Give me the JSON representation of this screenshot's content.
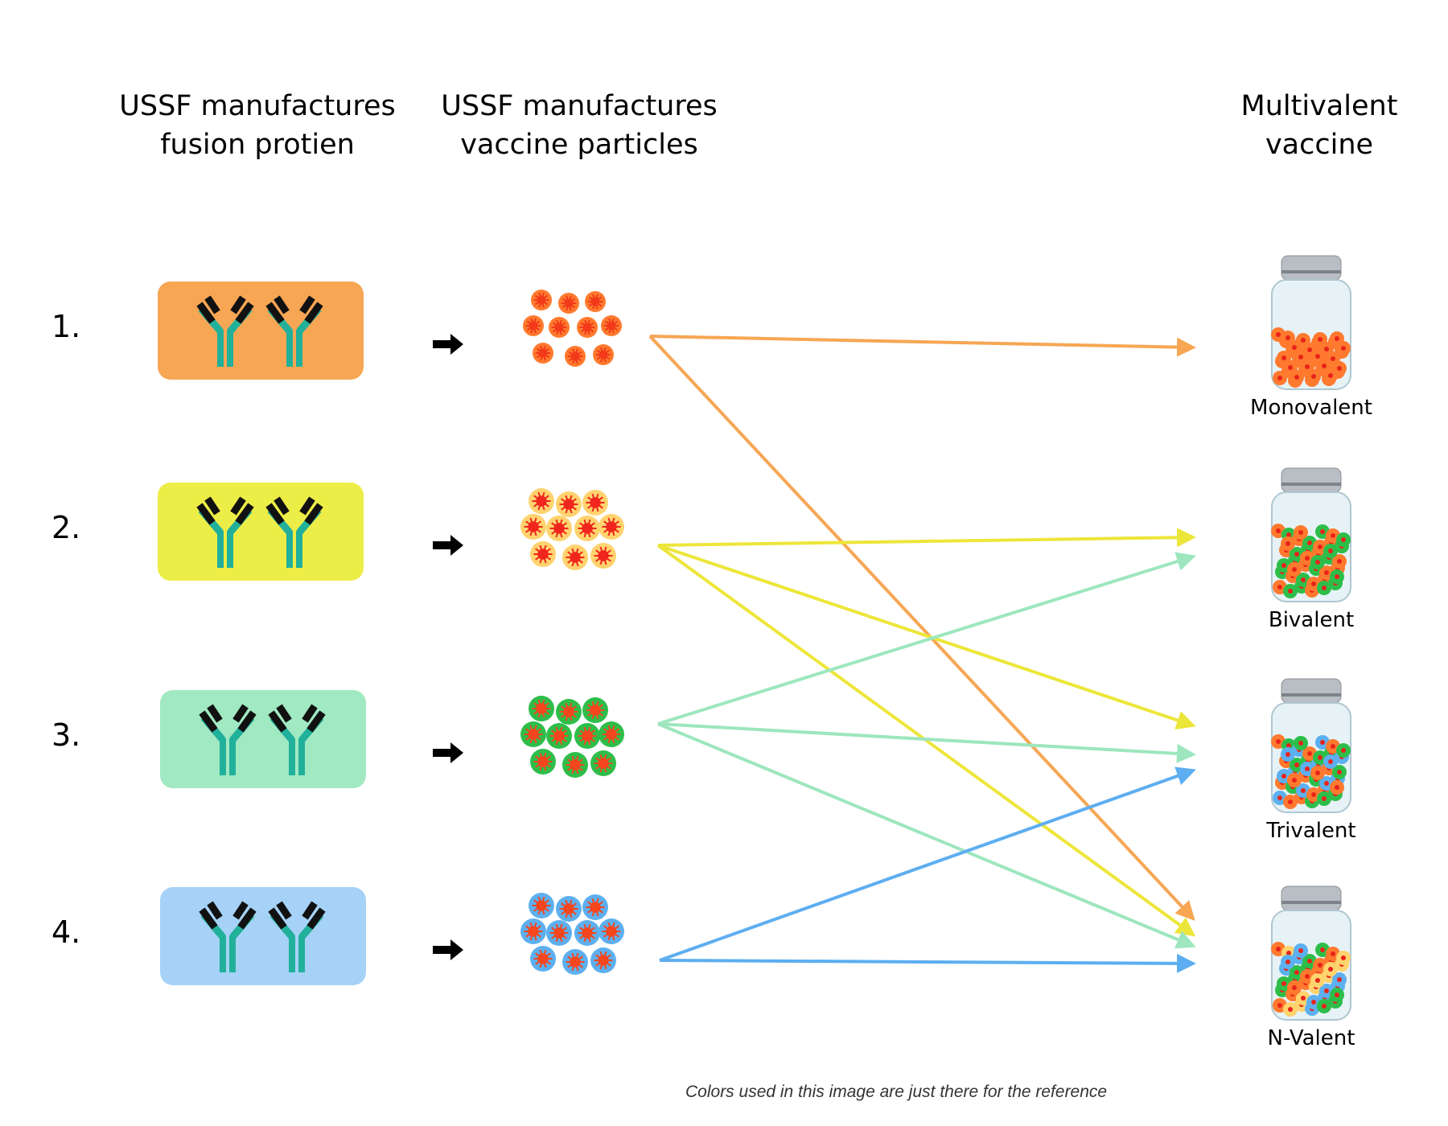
{
  "headers": {
    "col1": [
      "USSF manufactures",
      "fusion protien"
    ],
    "col2": [
      "USSF manufactures",
      "vaccine particles"
    ],
    "col3": [
      "Multivalent",
      "vaccine"
    ]
  },
  "rows": [
    {
      "number": "1.",
      "box_color": "#F7A654",
      "particle_ring": "#FF7A2E",
      "particle_core": "#F23A1A"
    },
    {
      "number": "2.",
      "box_color": "#EDED47",
      "particle_ring": "#FFD36E",
      "particle_core": "#F0261E"
    },
    {
      "number": "3.",
      "box_color": "#A1E9C2",
      "particle_ring": "#2DBE4A",
      "particle_core": "#F5461E"
    },
    {
      "number": "4.",
      "box_color": "#A6D2F7",
      "particle_ring": "#5DB0F0",
      "particle_core": "#F5461E"
    }
  ],
  "vaccines": [
    {
      "label": "Monovalent",
      "fills": [
        "#FF7A2E"
      ]
    },
    {
      "label": "Bivalent",
      "fills": [
        "#FF7A2E",
        "#2DBE4A"
      ]
    },
    {
      "label": "Trivalent",
      "fills": [
        "#FF7A2E",
        "#2DBE4A",
        "#5DB0F0"
      ]
    },
    {
      "label": "N-Valent",
      "fills": [
        "#FF7A2E",
        "#2DBE4A",
        "#5DB0F0",
        "#FFD36E"
      ]
    }
  ],
  "links": [
    {
      "from": 1,
      "to": "Monovalent",
      "color": "#F7A654"
    },
    {
      "from": 1,
      "to": "N-Valent",
      "color": "#F7A654"
    },
    {
      "from": 2,
      "to": "Bivalent",
      "color": "#EDE63A"
    },
    {
      "from": 2,
      "to": "Trivalent",
      "color": "#EDE63A"
    },
    {
      "from": 2,
      "to": "N-Valent",
      "color": "#EDE63A"
    },
    {
      "from": 3,
      "to": "Bivalent",
      "color": "#9DE6BE"
    },
    {
      "from": 3,
      "to": "Trivalent",
      "color": "#9DE6BE"
    },
    {
      "from": 3,
      "to": "N-Valent",
      "color": "#9DE6BE"
    },
    {
      "from": 4,
      "to": "Trivalent",
      "color": "#5DAEF0"
    },
    {
      "from": 4,
      "to": "N-Valent",
      "color": "#5DAEF0"
    }
  ],
  "antibody": {
    "stem_color": "#21B09A",
    "tip_color": "#111111"
  },
  "footnote": "Colors used in this image are just there for the reference"
}
